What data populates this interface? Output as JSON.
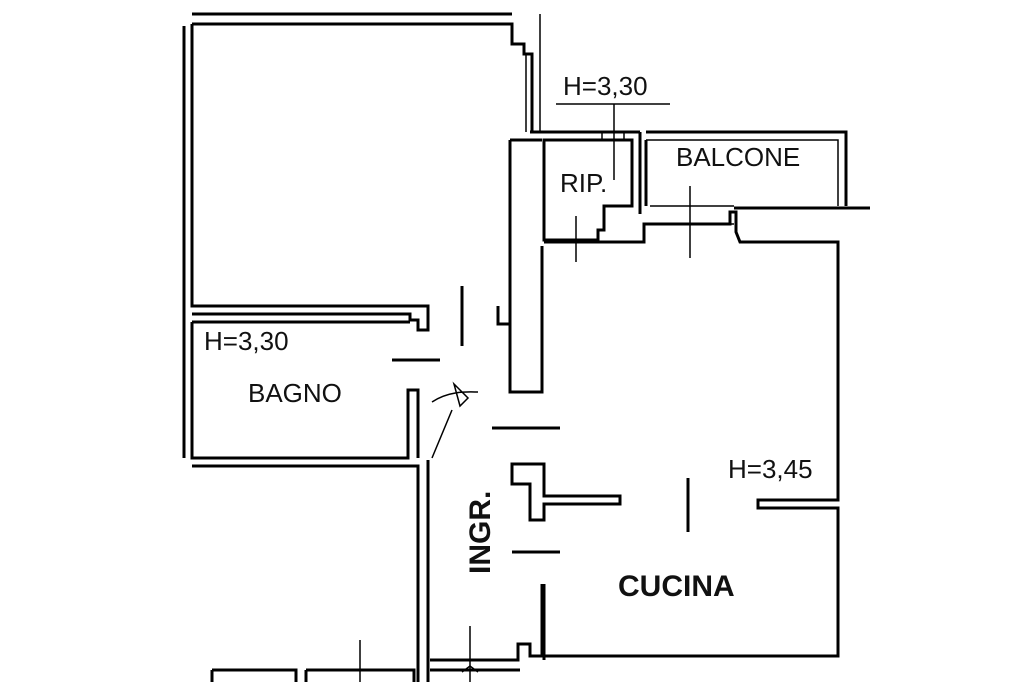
{
  "rooms": {
    "bagno": "BAGNO",
    "cucina": "CUCINA",
    "ripostiglio": "RIP.",
    "balcone": "BALCONE",
    "ingresso": "INGR."
  },
  "heights": {
    "ripostiglio": "H=3,30",
    "bagno": "H=3,30",
    "cucina": "H=3,45"
  }
}
